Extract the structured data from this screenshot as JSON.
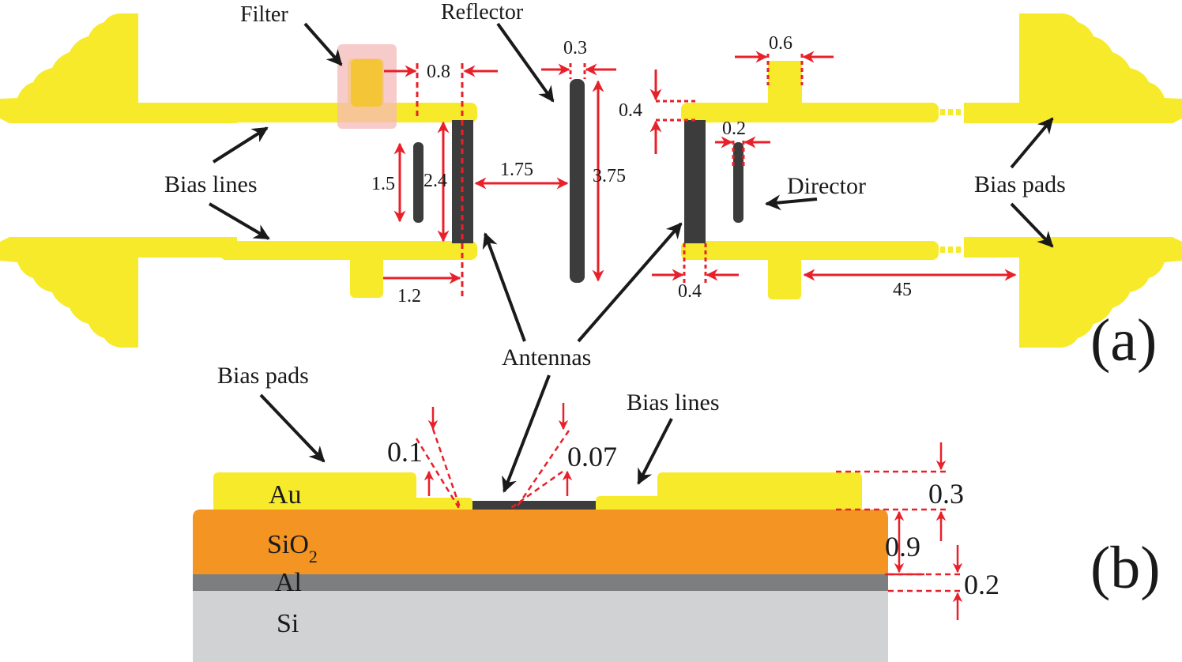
{
  "colors": {
    "gold": "#f7ea2b",
    "antenna": "#3c3c3c",
    "dimension": "#e8202a",
    "arrow": "#1a1a1a",
    "sio2": "#f39423",
    "al": "#7d7e80",
    "si": "#d1d2d4",
    "filter_highlight": "#f6b9b9"
  },
  "panel_a": {
    "panel_label": "(a)",
    "labels": {
      "filter": "Filter",
      "reflector": "Reflector",
      "bias_lines": "Bias lines",
      "director": "Director",
      "bias_pads": "Bias pads",
      "antennas": "Antennas"
    },
    "dimensions": {
      "gap_filter": "0.8",
      "reflector_width": "0.3",
      "stub_width": "0.6",
      "line_width": "0.4",
      "director_width": "0.2",
      "short_antenna": "1.5",
      "antenna_length": "2.4",
      "spacing": "1.75",
      "reflector_length": "3.75",
      "stub_offset": "1.2",
      "overlap": "0.4",
      "pad_distance": "45"
    }
  },
  "panel_b": {
    "panel_label": "(b)",
    "labels": {
      "bias_pads": "Bias pads",
      "bias_lines": "Bias lines"
    },
    "layers": {
      "au": "Au",
      "sio2_main": "SiO",
      "sio2_sub": "2",
      "al": "Al",
      "si": "Si"
    },
    "dimensions": {
      "au_thin": "0.1",
      "antenna_thickness": "0.07",
      "au_thickness": "0.3",
      "sio2_thickness": "0.9",
      "al_thickness": "0.2"
    }
  }
}
